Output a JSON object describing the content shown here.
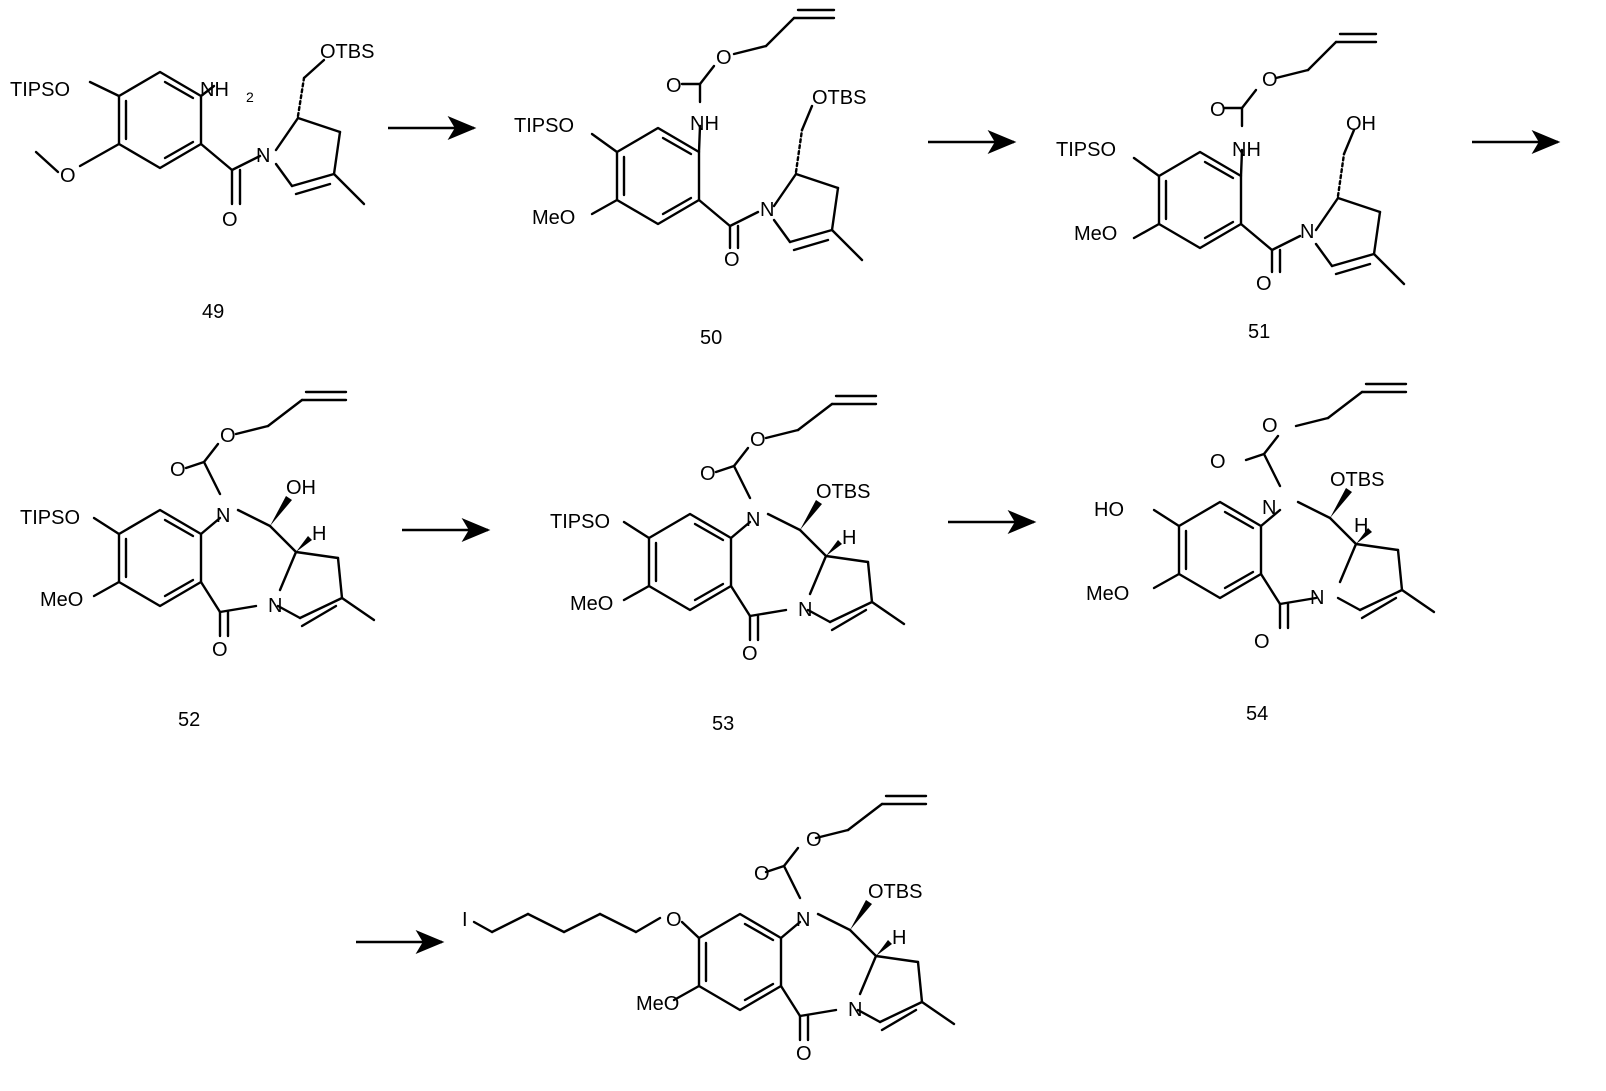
{
  "compounds": {
    "c49": {
      "number": "49",
      "tips": "TIPSO",
      "amine": "NH",
      "amine_sub": "2",
      "otbs": "OTBS",
      "n": "N",
      "o_carbonyl": "O",
      "o_ether": "O"
    },
    "c50": {
      "number": "50",
      "tips": "TIPSO",
      "meo": "MeO",
      "nh": "NH",
      "otbs": "OTBS",
      "n": "N",
      "o_carbonyl": "O",
      "o_carb": "O",
      "o_ester": "O"
    },
    "c51": {
      "number": "51",
      "tips": "TIPSO",
      "meo": "MeO",
      "nh": "NH",
      "oh": "OH",
      "n": "N",
      "o_carbonyl": "O",
      "o_carb": "O",
      "o_ester": "O"
    },
    "c52": {
      "number": "52",
      "tips": "TIPSO",
      "meo": "MeO",
      "n1": "N",
      "n2": "N",
      "oh": "OH",
      "h": "H",
      "o_carbonyl": "O",
      "o_carb": "O",
      "o_ester": "O"
    },
    "c53": {
      "number": "53",
      "tips": "TIPSO",
      "meo": "MeO",
      "n1": "N",
      "n2": "N",
      "otbs": "OTBS",
      "h": "H",
      "o_carbonyl": "O",
      "o_carb": "O",
      "o_ester": "O"
    },
    "c54": {
      "number": "54",
      "ho": "HO",
      "meo": "MeO",
      "n1": "N",
      "n2": "N",
      "otbs": "OTBS",
      "h": "H",
      "o_carbonyl": "O",
      "o_carb": "O",
      "o_ester": "O"
    },
    "c55": {
      "iodo": "I",
      "o_link": "O",
      "meo": "MeO",
      "n1": "N",
      "n2": "N",
      "otbs": "OTBS",
      "h": "H",
      "o_carbonyl": "O",
      "o_carb": "O",
      "o_ester": "O"
    }
  }
}
